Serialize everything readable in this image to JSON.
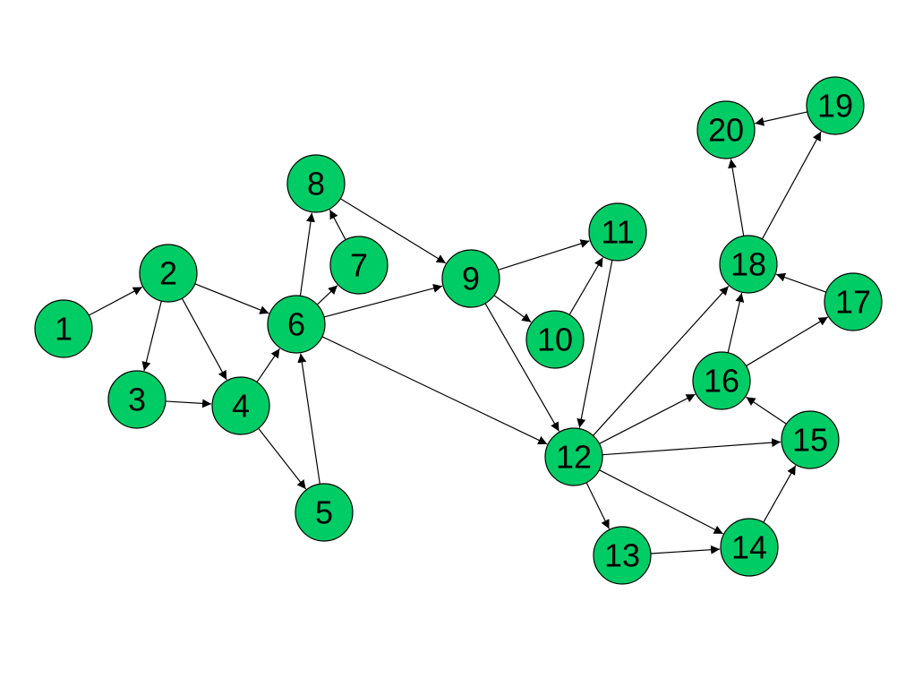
{
  "graph": {
    "node_color": "#00cc66",
    "edge_color": "#000000",
    "nodes": [
      {
        "id": "1",
        "label": "1"
      },
      {
        "id": "2",
        "label": "2"
      },
      {
        "id": "3",
        "label": "3"
      },
      {
        "id": "4",
        "label": "4"
      },
      {
        "id": "5",
        "label": "5"
      },
      {
        "id": "6",
        "label": "6"
      },
      {
        "id": "7",
        "label": "7"
      },
      {
        "id": "8",
        "label": "8"
      },
      {
        "id": "9",
        "label": "9"
      },
      {
        "id": "10",
        "label": "10"
      },
      {
        "id": "11",
        "label": "11"
      },
      {
        "id": "12",
        "label": "12"
      },
      {
        "id": "13",
        "label": "13"
      },
      {
        "id": "14",
        "label": "14"
      },
      {
        "id": "15",
        "label": "15"
      },
      {
        "id": "16",
        "label": "16"
      },
      {
        "id": "17",
        "label": "17"
      },
      {
        "id": "18",
        "label": "18"
      },
      {
        "id": "19",
        "label": "19"
      },
      {
        "id": "20",
        "label": "20"
      }
    ],
    "edges": [
      {
        "from": "1",
        "to": "2"
      },
      {
        "from": "2",
        "to": "3"
      },
      {
        "from": "2",
        "to": "4"
      },
      {
        "from": "2",
        "to": "6"
      },
      {
        "from": "3",
        "to": "4"
      },
      {
        "from": "4",
        "to": "6"
      },
      {
        "from": "4",
        "to": "5"
      },
      {
        "from": "5",
        "to": "6"
      },
      {
        "from": "6",
        "to": "8"
      },
      {
        "from": "6",
        "to": "7"
      },
      {
        "from": "7",
        "to": "8"
      },
      {
        "from": "6",
        "to": "9"
      },
      {
        "from": "8",
        "to": "9"
      },
      {
        "from": "6",
        "to": "12"
      },
      {
        "from": "9",
        "to": "11"
      },
      {
        "from": "9",
        "to": "10"
      },
      {
        "from": "10",
        "to": "11"
      },
      {
        "from": "9",
        "to": "12"
      },
      {
        "from": "11",
        "to": "12"
      },
      {
        "from": "12",
        "to": "13"
      },
      {
        "from": "12",
        "to": "14"
      },
      {
        "from": "12",
        "to": "15"
      },
      {
        "from": "12",
        "to": "16"
      },
      {
        "from": "12",
        "to": "18"
      },
      {
        "from": "13",
        "to": "14"
      },
      {
        "from": "14",
        "to": "15"
      },
      {
        "from": "15",
        "to": "16"
      },
      {
        "from": "16",
        "to": "18"
      },
      {
        "from": "16",
        "to": "17"
      },
      {
        "from": "17",
        "to": "18"
      },
      {
        "from": "18",
        "to": "20"
      },
      {
        "from": "18",
        "to": "19"
      },
      {
        "from": "19",
        "to": "20"
      }
    ]
  }
}
